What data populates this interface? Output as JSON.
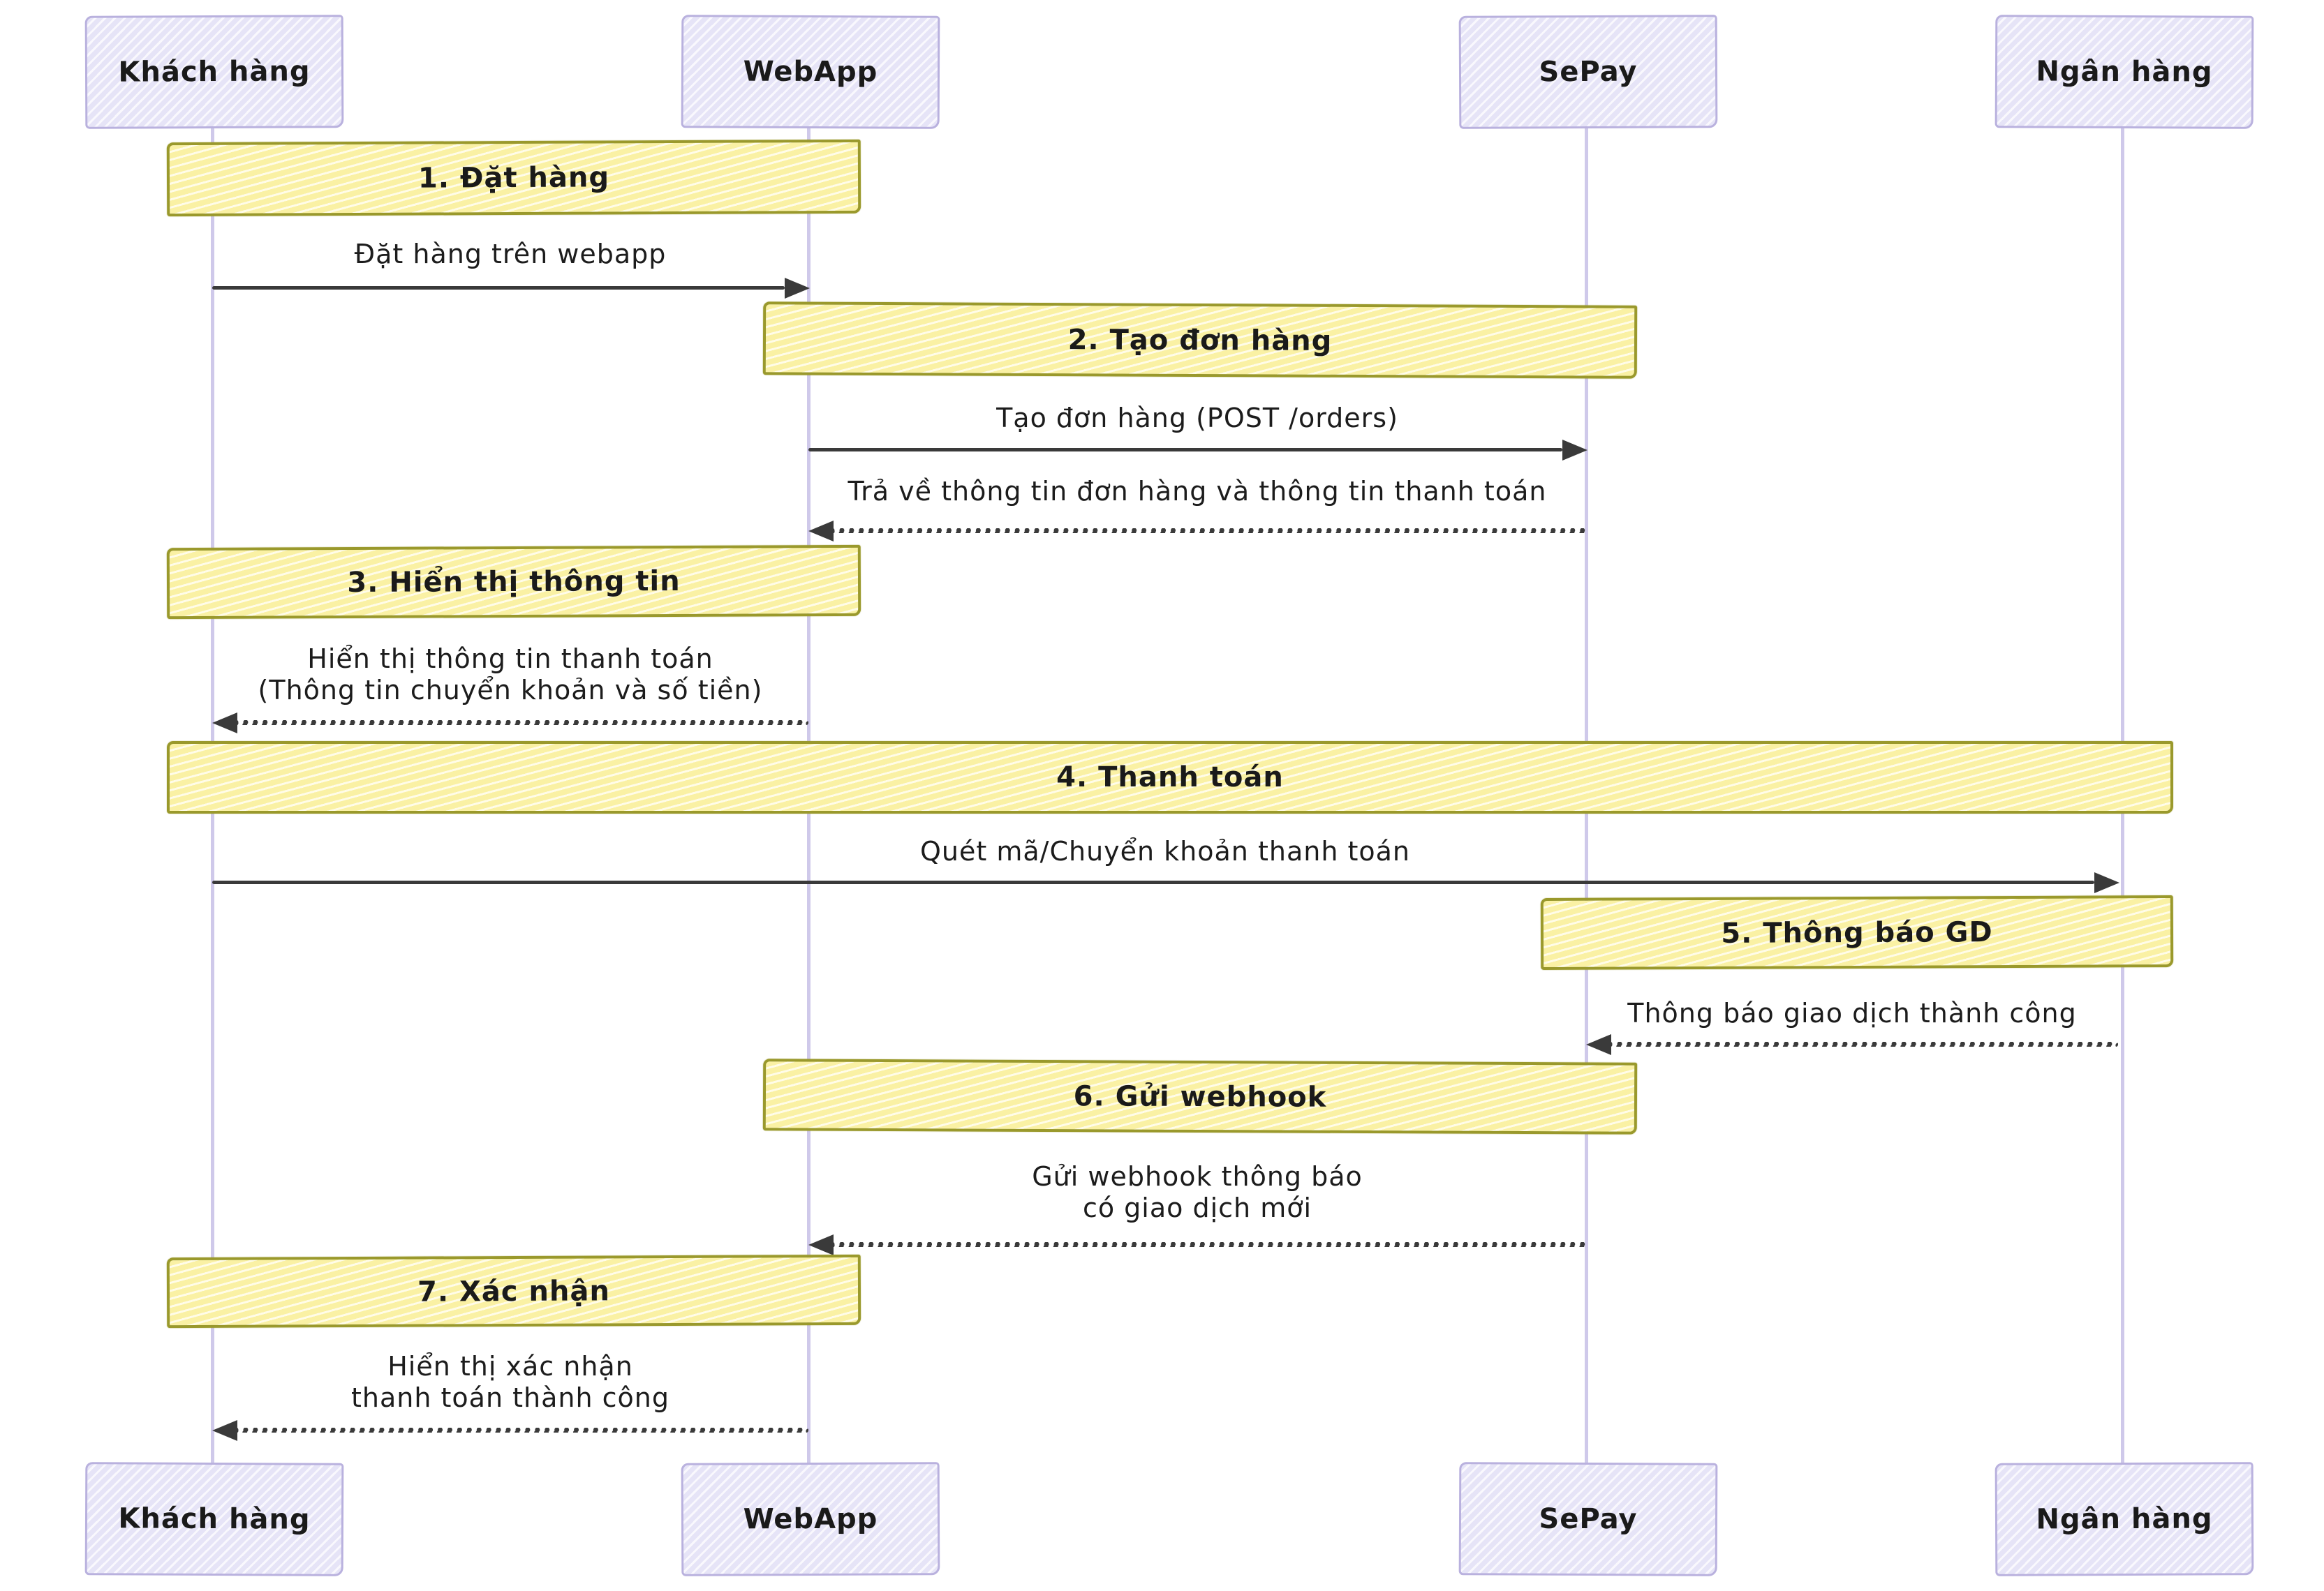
{
  "diagram": {
    "type": "sequence",
    "actors": [
      {
        "name": "Khách hàng"
      },
      {
        "name": "WebApp"
      },
      {
        "name": "SePay"
      },
      {
        "name": "Ngân hàng"
      }
    ],
    "notes": [
      {
        "label": "1. Đặt hàng",
        "over": "Khách hàng, WebApp"
      },
      {
        "label": "2. Tạo đơn hàng",
        "over": "WebApp, SePay"
      },
      {
        "label": "3. Hiển thị thông tin",
        "over": "Khách hàng, WebApp"
      },
      {
        "label": "4. Thanh toán",
        "over": "Khách hàng, Ngân hàng"
      },
      {
        "label": "5. Thông báo GD",
        "over": "SePay, Ngân hàng"
      },
      {
        "label": "6. Gửi webhook",
        "over": "WebApp, SePay"
      },
      {
        "label": "7. Xác nhận",
        "over": "Khách hàng, WebApp"
      }
    ],
    "messages": [
      {
        "lines": [
          "Đặt hàng trên webapp"
        ],
        "from": "Khách hàng",
        "to": "WebApp",
        "style": "solid"
      },
      {
        "lines": [
          "Tạo đơn hàng (POST /orders)"
        ],
        "from": "WebApp",
        "to": "SePay",
        "style": "solid"
      },
      {
        "lines": [
          "Trả về thông tin đơn hàng và thông tin thanh toán"
        ],
        "from": "SePay",
        "to": "WebApp",
        "style": "dashed"
      },
      {
        "lines": [
          "Hiển thị thông tin thanh toán",
          "(Thông tin chuyển khoản và số tiền)"
        ],
        "from": "WebApp",
        "to": "Khách hàng",
        "style": "dashed"
      },
      {
        "lines": [
          "Quét mã/Chuyển khoản thanh toán"
        ],
        "from": "Khách hàng",
        "to": "Ngân hàng",
        "style": "solid"
      },
      {
        "lines": [
          "Thông báo giao dịch thành công"
        ],
        "from": "Ngân hàng",
        "to": "SePay",
        "style": "dashed"
      },
      {
        "lines": [
          "Gửi webhook thông báo",
          "có giao dịch mới"
        ],
        "from": "SePay",
        "to": "WebApp",
        "style": "dashed"
      },
      {
        "lines": [
          "Hiển thị xác nhận",
          "thanh toán thành công"
        ],
        "from": "WebApp",
        "to": "Khách hàng",
        "style": "dashed"
      }
    ],
    "colors": {
      "actor_fill": "#e6e4f7",
      "actor_border": "#b9b1de",
      "note_fill": "#faf1a4",
      "note_border": "#9a992c",
      "lifeline": "#cfc9ea",
      "arrow": "#3a3a3a"
    }
  }
}
